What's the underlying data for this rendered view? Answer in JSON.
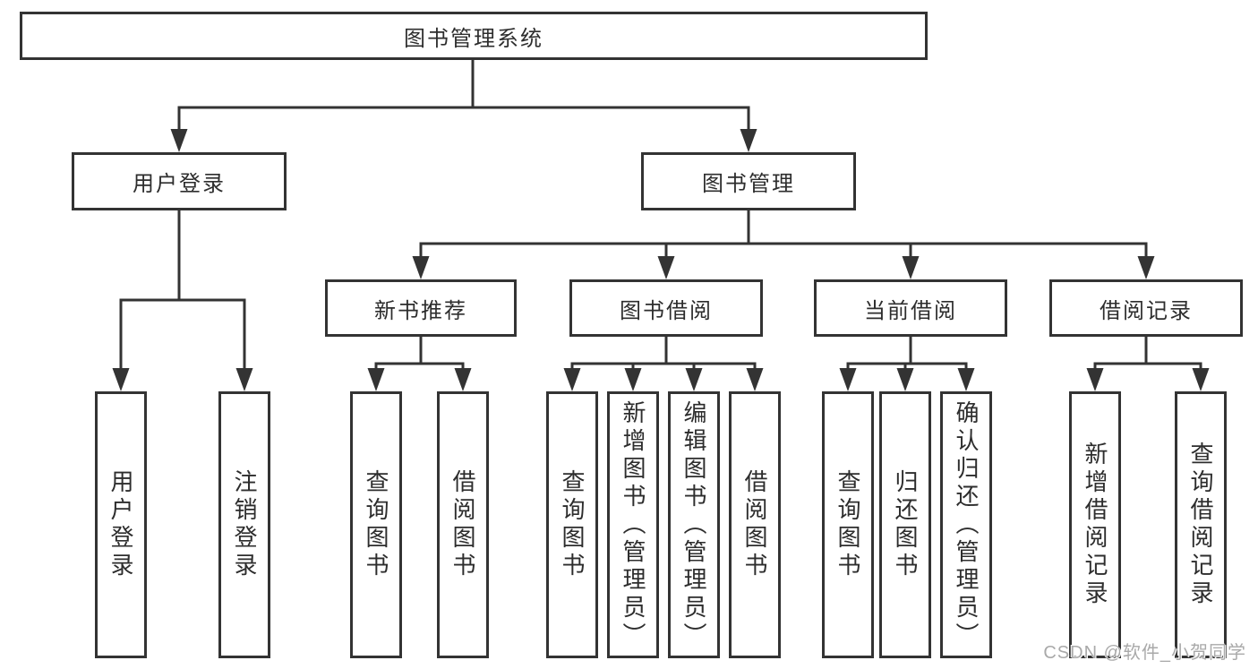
{
  "diagram": {
    "root": {
      "label": "图书管理系统"
    },
    "level2": [
      {
        "label": "用户登录"
      },
      {
        "label": "图书管理"
      }
    ],
    "level3": [
      {
        "label": "新书推荐"
      },
      {
        "label": "图书借阅"
      },
      {
        "label": "当前借阅"
      },
      {
        "label": "借阅记录"
      }
    ],
    "leaves": [
      {
        "label": "用户登录"
      },
      {
        "label": "注销登录"
      },
      {
        "label": "查询图书"
      },
      {
        "label": "借阅图书"
      },
      {
        "label": "查询图书"
      },
      {
        "label": "新增图书（管理员）"
      },
      {
        "label": "编辑图书（管理员）"
      },
      {
        "label": "借阅图书"
      },
      {
        "label": "查询图书"
      },
      {
        "label": "归还图书"
      },
      {
        "label": "确认归还（管理员）"
      },
      {
        "label": "新增借阅记录"
      },
      {
        "label": "查询借阅记录"
      }
    ]
  },
  "watermark": {
    "text": "CSDN @软件_小贺同学"
  },
  "colors": {
    "line": "#333333",
    "box_border": "#333333",
    "text": "#2d2d2d",
    "watermark": "#a9a9a9",
    "background": "#ffffff"
  }
}
